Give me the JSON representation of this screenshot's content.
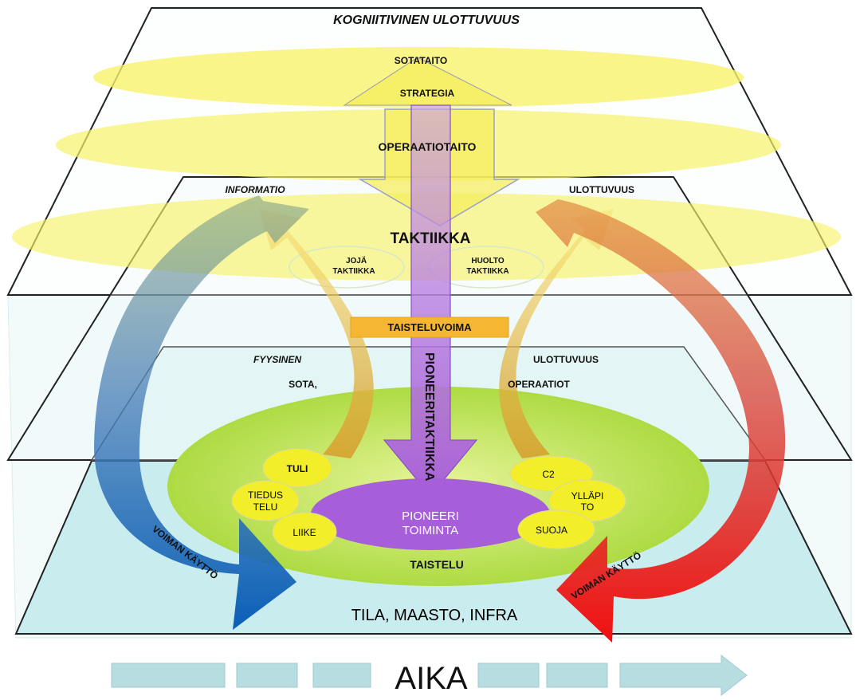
{
  "planes": {
    "cognitive_title": "KOGNIITIVINEN ULOTTUVUUS",
    "information_left": "INFORMATIO",
    "information_right": "ULOTTUVUUS",
    "physical_left": "FYYSINEN",
    "physical_right": "ULOTTUVUUS",
    "war_label": "SOTA,",
    "operations_label": "OPERAATIOT",
    "base_label": "TILA, MAASTO, INFRA"
  },
  "levels": {
    "art_of_war": "SOTATAITO",
    "strategy": "STRATEGIA",
    "operational_art": "OPERAATIOTAITO",
    "tactics": "TAKTIIKKA",
    "combat": "TAISTELU"
  },
  "subtactics": {
    "branch_line1": "JOJÄ",
    "branch_line2": "TAKTIIKKA",
    "logistics_line1": "HUOLTO",
    "logistics_line2": "TAKTIIKKA"
  },
  "combat_power": "TAISTELUVOIMA",
  "engineer_tactics": "PIONEERITAKTIIKKA",
  "engineer_action": {
    "line1": "PIONEERI",
    "line2": "TOIMINTA"
  },
  "functions": {
    "fire": "TULI",
    "recon_line1": "TIEDUS",
    "recon_line2": "TELU",
    "movement": "LIIKE",
    "c2": "C2",
    "sustain_line1": "YLLÄPI",
    "sustain_line2": "TO",
    "protection": "SUOJA"
  },
  "force_use_left": "VOIMAN KÄYTTÖ",
  "force_use_right": "VOIMAN KÄYTTÖ",
  "time_label": "AIKA",
  "colors": {
    "yellow_ellipse": "#f7f26a",
    "plane_fill": "#cfeef0",
    "green_ellipse": "#b8e04a",
    "purple": "#b26ad8",
    "blue_arrow": "#0a5fb8",
    "red_arrow": "#e8191f",
    "orange_band": "#f5b731",
    "time_blocks": "#b7dde0"
  }
}
